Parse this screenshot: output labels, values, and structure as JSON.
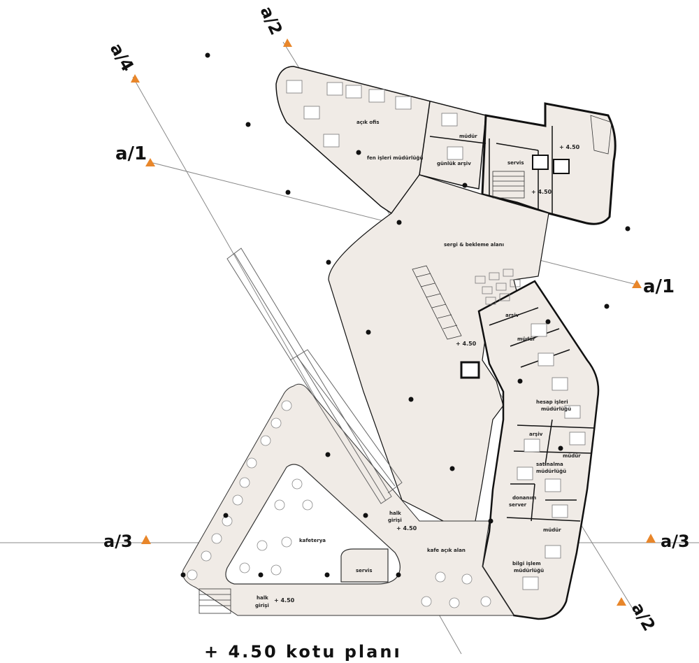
{
  "plan": {
    "title": "+ 4.50 kotu planı",
    "colors": {
      "floor": "#f0ebe6",
      "wall": "#111111",
      "section_line": "#888888",
      "section_marker": "#e8862a"
    },
    "section_labels": {
      "a1": "a/1",
      "a2": "a/2",
      "a3": "a/3",
      "a4": "a/4"
    },
    "rooms": {
      "acik_ofis": "açık ofis",
      "mudur_1": "müdür",
      "fen_isleri": "fen işleri müdürlüğü",
      "gunluk_arsiv": "günlük arşiv",
      "level_top_right": "+ 4.50",
      "servis_top": "servis",
      "level_core": "+ 4.50",
      "sergi": "sergi & bekleme alanı",
      "arsiv_1": "arşiv",
      "mudur_2": "müdür",
      "level_stair": "+ 4.50",
      "hesap_1": "hesap işleri",
      "hesap_2": "müdürlüğü",
      "arsiv_2": "arşiv",
      "mudur_3": "müdür",
      "satinalma_1": "satınalma",
      "satinalma_2": "müdürlüğü",
      "donanim_1": "donanım",
      "donanim_2": "server",
      "mudur_4": "müdür",
      "bilgi_1": "bilgi işlem",
      "bilgi_2": "müdürlüğü",
      "halk_girisi_1a": "halk",
      "halk_girisi_1b": "girişi",
      "level_halk_1": "+ 4.50",
      "kafeterya": "kafeterya",
      "kafe_acik_alan": "kafe açık alan",
      "servis_cafe": "servis",
      "halk_girisi_2a": "halk",
      "halk_girisi_2b": "girişi",
      "level_halk_2": "+ 4.50"
    }
  }
}
